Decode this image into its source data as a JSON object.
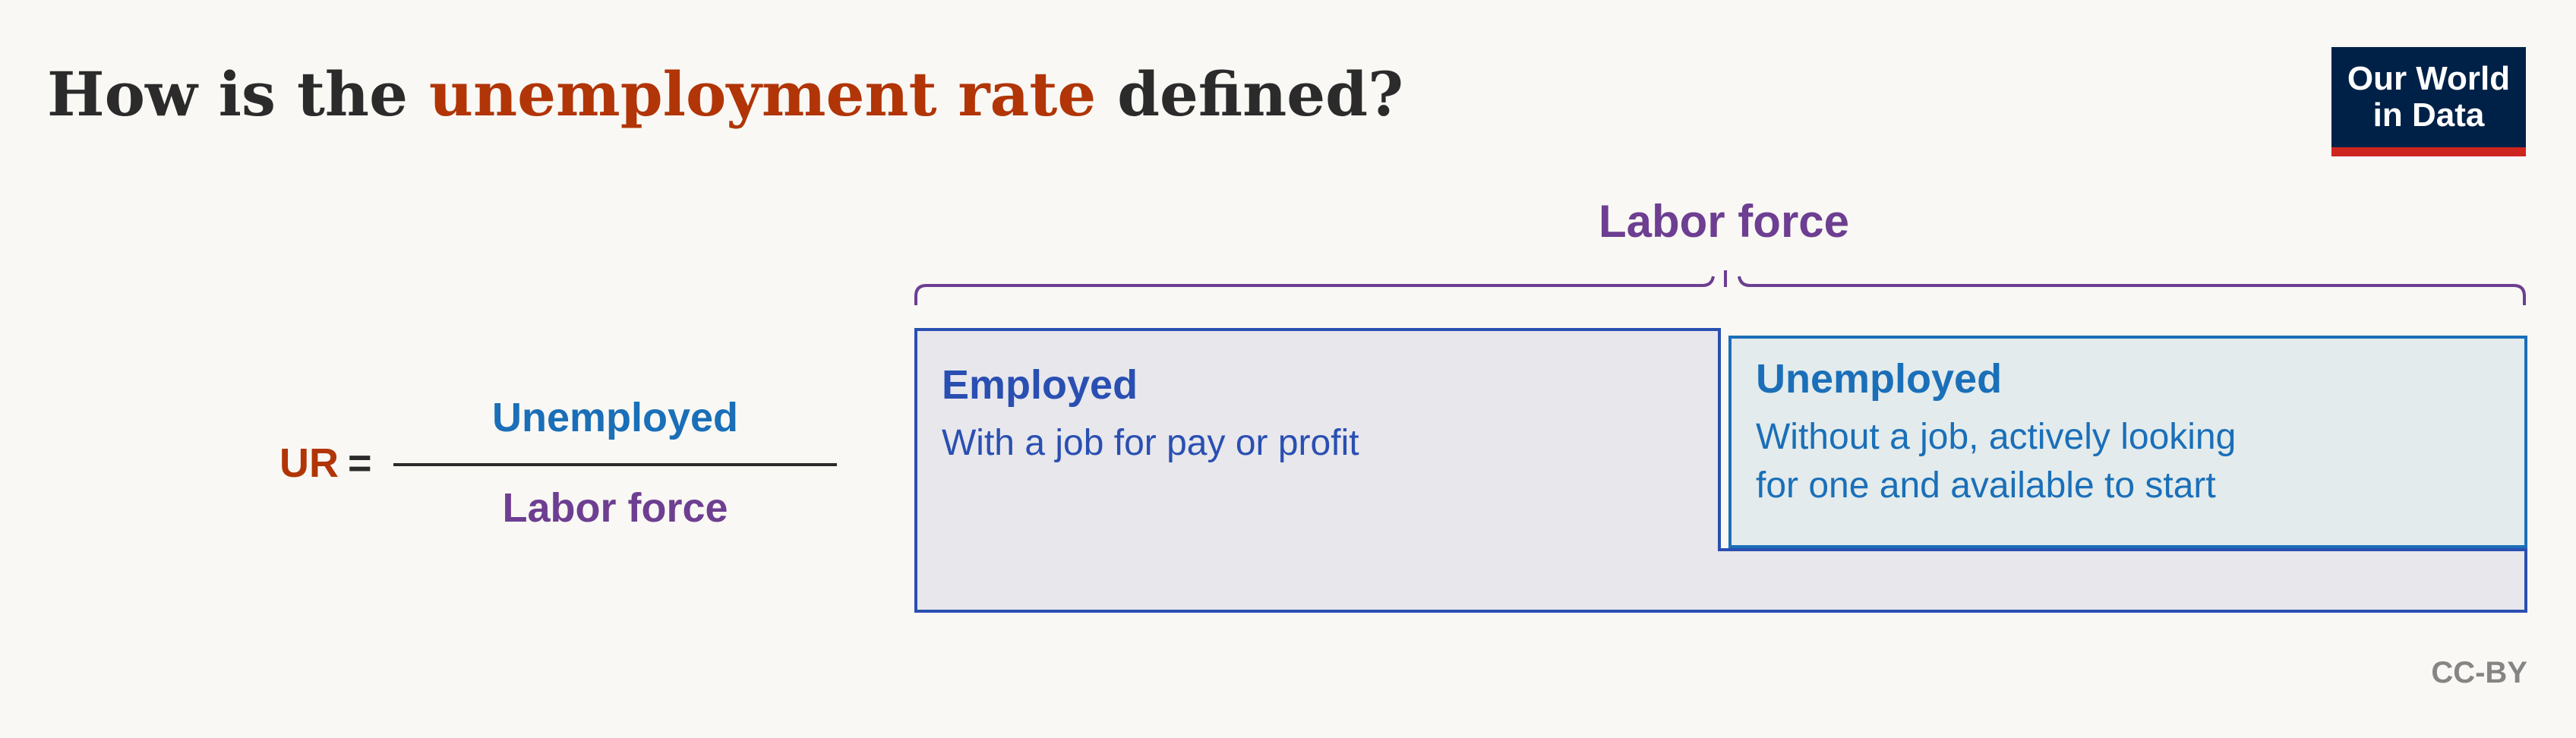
{
  "title": {
    "prefix": "How is the ",
    "highlight": "unemployment rate",
    "suffix": " defined?",
    "highlight_color": "#b13507"
  },
  "logo": {
    "line1": "Our World",
    "line2": "in Data",
    "background": "#002147",
    "accent": "#ce261e"
  },
  "formula": {
    "lhs": "UR",
    "equals": "=",
    "numerator": "Unemployed",
    "denominator": "Labor force"
  },
  "diagram": {
    "group_label": "Labor force",
    "employed": {
      "title": "Employed",
      "description": "With a job for pay or profit"
    },
    "unemployed": {
      "title": "Unemployed",
      "description_line1": "Without a job, actively looking",
      "description_line2": "for one and available to start"
    }
  },
  "license": "CC-BY",
  "colors": {
    "labor_force": "#6d3e91",
    "employed": "#2a4fb2",
    "unemployed": "#1a6fb8",
    "employed_fill": "#e7e7ec",
    "unemployed_fill": "#e3ebec"
  }
}
